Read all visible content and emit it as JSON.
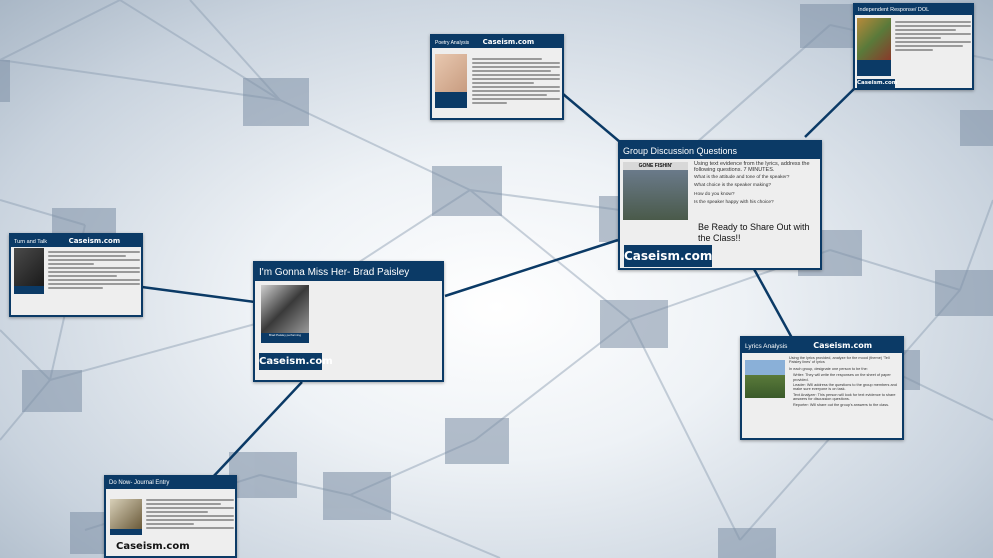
{
  "cards": {
    "main": {
      "title": "I'm Gonna Miss Her- Brad Paisley",
      "brand": "Caseism.com",
      "photo_caption": "Brad Paisley performing"
    },
    "poetry": {
      "title": "Poetry Analysis",
      "brand": "Caseism.com"
    },
    "group": {
      "title": "Group Discussion Questions",
      "intro": "Using text evidence from the lyrics, address the following questions. 7 MINUTES.",
      "q1": "What is the attitude and tone of the speaker?",
      "q2": "What choice is the speaker making?",
      "q3": "How do you know?",
      "q4": "Is the speaker happy with his choice?",
      "ready": "Be Ready to Share Out with the Class!!",
      "brand": "Caseism.com",
      "image_caption": "GONE FISHIN'"
    },
    "independent": {
      "title": "Independent Response/ DOL",
      "brand": "Caseism.com"
    },
    "turn": {
      "title": "Turn and Talk",
      "brand": "Caseism.com"
    },
    "lyrics": {
      "title": "Lyrics Analysis",
      "brand": "Caseism.com",
      "intro": "Using the lyrics provided, analyze for the mood (theme) 'Tell Paisley lines' of lyrics",
      "group_note": "In each group, designate one person to be the:",
      "bullets": [
        "Writer: They will write the responses on the sheet of paper provided.",
        "Leader: Will address the questions to the group members and make sure everyone is on task.",
        "Text Analyzer: This person will look for text evidence to share answers for discussion questions.",
        "Reporter: Will share out the group's answers to the class."
      ]
    },
    "donow": {
      "title": "Do Now- Journal Entry",
      "brand": "Caseism.com"
    }
  }
}
